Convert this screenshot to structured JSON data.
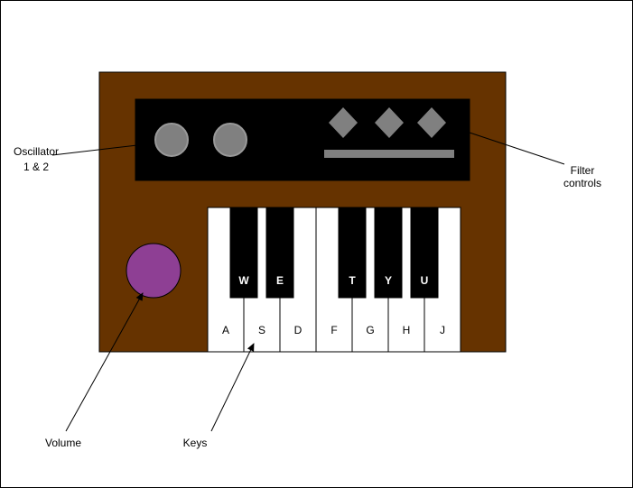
{
  "colors": {
    "body": "#663300",
    "panel": "#000000",
    "control_gray": "#808080",
    "volume": "#8e3f94",
    "white_key": "#ffffff",
    "black_key": "#000000",
    "stroke": "#000000"
  },
  "panel": {
    "oscillator_knobs": 2,
    "filter_diamonds": 3,
    "filter_slider": 1
  },
  "keyboard": {
    "white_keys": [
      "A",
      "S",
      "D",
      "F",
      "G",
      "H",
      "J"
    ],
    "black_keys": [
      "W",
      "E",
      "T",
      "Y",
      "U"
    ]
  },
  "labels": {
    "oscillator_line1": "Oscillator",
    "oscillator_line2": "1 & 2",
    "filter_line1": "Filter",
    "filter_line2": "controls",
    "volume": "Volume",
    "keys": "Keys"
  }
}
